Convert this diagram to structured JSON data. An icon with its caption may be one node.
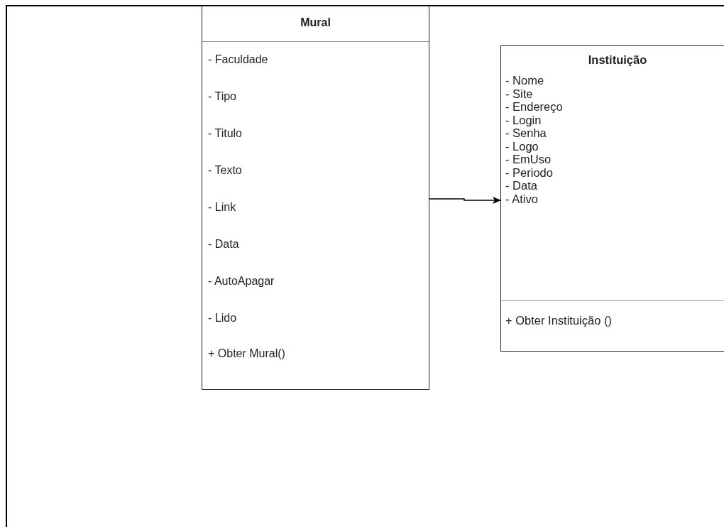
{
  "diagram": {
    "nodes": [
      {
        "text": [
          "Mural",
          "- Faculdade",
          "- Tipo",
          "- Titulo",
          "- Texto",
          "- Link",
          "- Data",
          "- AutoApagar",
          "- Lido",
          "+ Obter Mural()"
        ]
      },
      {
        "text": [
          "Instituição",
          "- Nome",
          "- Site",
          "- Endereço",
          "- Login",
          "- Senha",
          "- Logo",
          "- EmUso",
          "- Periodo",
          "- Data",
          "- Ativo",
          "+ Obter Instituição ()"
        ]
      }
    ],
    "edges": [
      {
        "from": 0,
        "to": 1,
        "arrow": "to"
      }
    ]
  }
}
